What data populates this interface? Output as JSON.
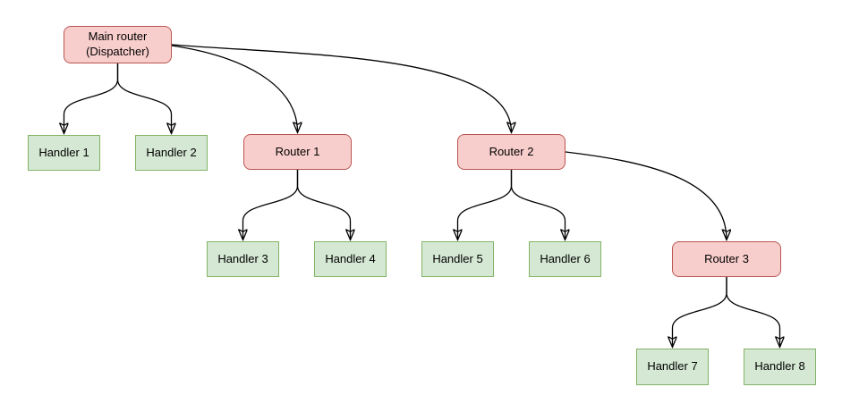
{
  "diagram": {
    "type": "routing-tree-flowchart",
    "background_color": "#ffffff",
    "colors": {
      "router_fill": "#f8cecc",
      "router_border": "#b85450",
      "handler_fill": "#d5e8d4",
      "handler_border": "#82b366",
      "edge_stroke": "#000000",
      "text": "#000000"
    },
    "nodes": {
      "main_router": {
        "label": "Main router\n(Dispatcher)",
        "type": "router"
      },
      "router_1": {
        "label": "Router 1",
        "type": "router"
      },
      "router_2": {
        "label": "Router 2",
        "type": "router"
      },
      "router_3": {
        "label": "Router 3",
        "type": "router"
      },
      "handler_1": {
        "label": "Handler 1",
        "type": "handler"
      },
      "handler_2": {
        "label": "Handler 2",
        "type": "handler"
      },
      "handler_3": {
        "label": "Handler 3",
        "type": "handler"
      },
      "handler_4": {
        "label": "Handler 4",
        "type": "handler"
      },
      "handler_5": {
        "label": "Handler 5",
        "type": "handler"
      },
      "handler_6": {
        "label": "Handler 6",
        "type": "handler"
      },
      "handler_7": {
        "label": "Handler 7",
        "type": "handler"
      },
      "handler_8": {
        "label": "Handler 8",
        "type": "handler"
      }
    },
    "edges": [
      {
        "from": "main_router",
        "to": "handler_1"
      },
      {
        "from": "main_router",
        "to": "handler_2"
      },
      {
        "from": "main_router",
        "to": "router_1"
      },
      {
        "from": "main_router",
        "to": "router_2"
      },
      {
        "from": "router_1",
        "to": "handler_3"
      },
      {
        "from": "router_1",
        "to": "handler_4"
      },
      {
        "from": "router_2",
        "to": "handler_5"
      },
      {
        "from": "router_2",
        "to": "handler_6"
      },
      {
        "from": "router_2",
        "to": "router_3"
      },
      {
        "from": "router_3",
        "to": "handler_7"
      },
      {
        "from": "router_3",
        "to": "handler_8"
      }
    ]
  }
}
